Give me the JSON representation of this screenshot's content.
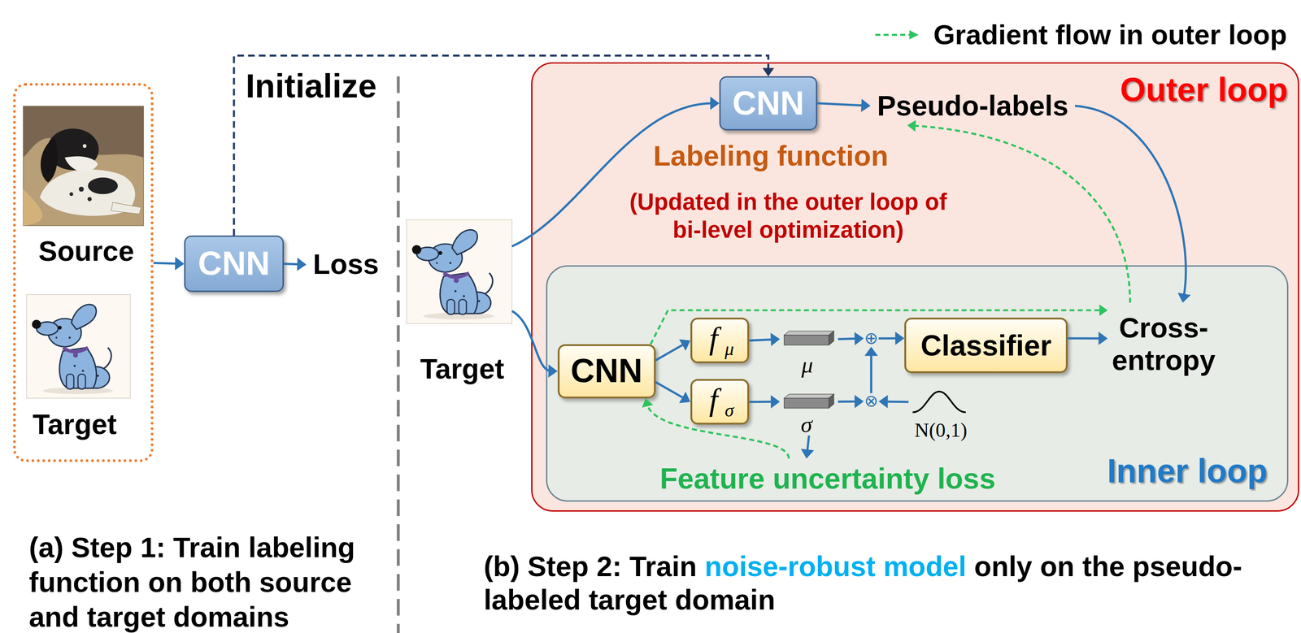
{
  "diagram": {
    "nodes": [
      {
        "text": [
          "Source",
          "Target"
        ]
      },
      {
        "text": [
          "CNN"
        ]
      },
      {
        "text": [
          "Loss"
        ]
      },
      {
        "text": [
          "Target"
        ]
      },
      {
        "text": [
          "Outer loop"
        ]
      },
      {
        "text": [
          "CNN"
        ],
        "in": 4
      },
      {
        "text": [
          "Pseudo-labels"
        ],
        "in": 4
      },
      {
        "text": [
          "Inner loop"
        ],
        "in": 4
      },
      {
        "text": [
          "CNN"
        ],
        "in": 7
      },
      {
        "text": [
          "f",
          "μ"
        ],
        "in": 7
      },
      {
        "text": [
          "f",
          "σ"
        ],
        "in": 7
      },
      {
        "text": [
          "μ"
        ],
        "in": 7
      },
      {
        "text": [
          "σ"
        ],
        "in": 7
      },
      {
        "text": [
          "⊕"
        ],
        "in": 7
      },
      {
        "text": [
          "⊗"
        ],
        "in": 7
      },
      {
        "text": [
          "N(0,1)"
        ],
        "in": 7
      },
      {
        "text": [
          "Classifier"
        ],
        "in": 7
      },
      {
        "text": [
          "Cross-entropy"
        ],
        "in": 7
      },
      {
        "text": [
          "Feature uncertainty loss"
        ],
        "in": 7
      }
    ],
    "edges": [
      {
        "from": 0,
        "to": 1,
        "arrow": "to"
      },
      {
        "from": 1,
        "to": 2,
        "arrow": "to"
      },
      {
        "from": 1,
        "to": 5,
        "label": "Initialize",
        "arrow": "to"
      },
      {
        "from": 3,
        "to": 5,
        "arrow": "to"
      },
      {
        "from": 3,
        "to": 8,
        "arrow": "to"
      },
      {
        "from": 5,
        "to": 6,
        "arrow": "to"
      },
      {
        "from": 6,
        "to": 17,
        "arrow": "to"
      },
      {
        "from": 17,
        "to": 6,
        "arrow": "to"
      },
      {
        "from": 8,
        "to": 9,
        "arrow": "to"
      },
      {
        "from": 8,
        "to": 10,
        "arrow": "to"
      },
      {
        "from": 9,
        "to": 11,
        "arrow": "to"
      },
      {
        "from": 10,
        "to": 12,
        "arrow": "to"
      },
      {
        "from": 11,
        "to": 13,
        "arrow": "to"
      },
      {
        "from": 12,
        "to": 14,
        "arrow": "to"
      },
      {
        "from": 15,
        "to": 14,
        "arrow": "to"
      },
      {
        "from": 14,
        "to": 13,
        "arrow": "to"
      },
      {
        "from": 13,
        "to": 16,
        "arrow": "to"
      },
      {
        "from": 16,
        "to": 17,
        "arrow": "to"
      },
      {
        "from": 12,
        "to": 18,
        "arrow": "to"
      },
      {
        "from": 18,
        "to": 8,
        "arrow": "to"
      },
      {
        "from": 8,
        "to": 17,
        "arrow": "to"
      }
    ],
    "labels": [
      "Labeling function",
      "(Updated in the outer loop of bi-level optimization)",
      "(a) Step 1: Train labeling function on both source and target domains",
      "(b) Step 2: Train",
      "noise-robust model",
      "only on the pseudo-labeled target domain"
    ],
    "legend": [
      {
        "text": "Gradient flow in outer loop"
      }
    ]
  }
}
